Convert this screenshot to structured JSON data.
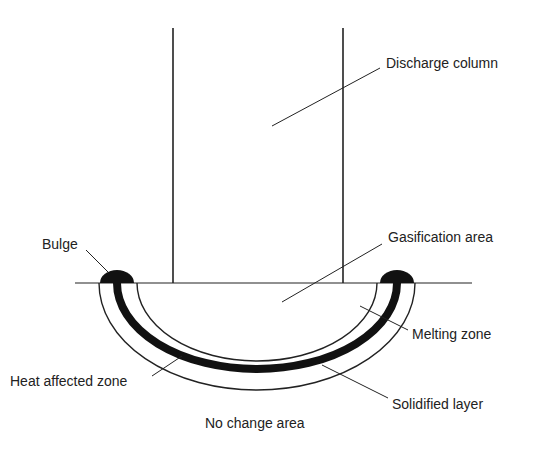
{
  "diagram": {
    "labels": [
      "Discharge column",
      "Bulge",
      "Gasification area",
      "Melting zone",
      "Heat affected zone",
      "Solidified layer",
      "No change area"
    ]
  }
}
